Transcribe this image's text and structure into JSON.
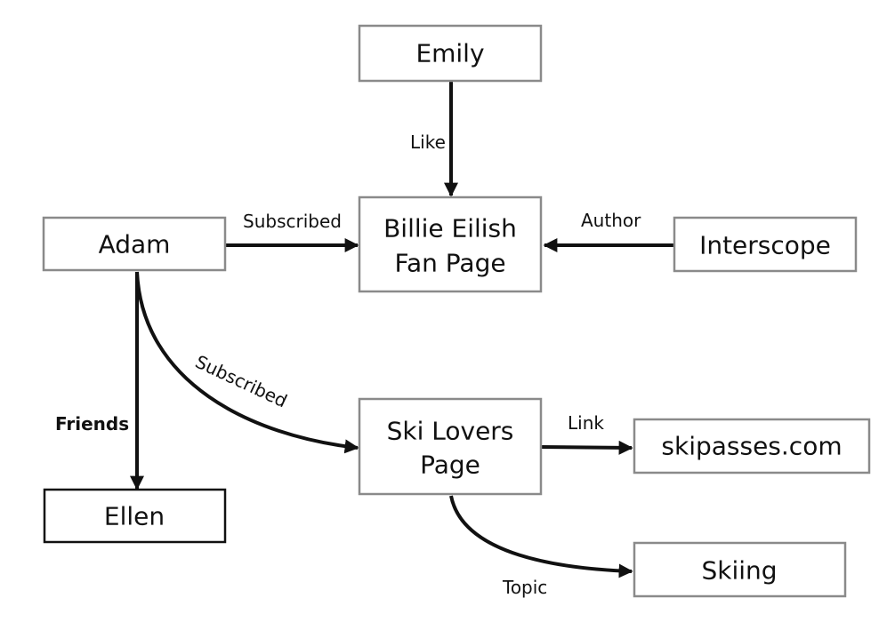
{
  "colors": {
    "ink": "#111111",
    "box_border_light": "#8a8a8a",
    "box_border_dark": "#111111",
    "background": "#ffffff"
  },
  "nodes": {
    "emily": {
      "label": "Emily"
    },
    "adam": {
      "label": "Adam"
    },
    "billie": {
      "line1": "Billie Eilish",
      "line2": "Fan Page"
    },
    "interscope": {
      "label": "Interscope"
    },
    "ski_lovers": {
      "line1": "Ski Lovers",
      "line2": "Page"
    },
    "skipasses": {
      "label": "skipasses.com"
    },
    "ellen": {
      "label": "Ellen"
    },
    "skiing": {
      "label": "Skiing"
    }
  },
  "edges": {
    "emily_billie": {
      "label": "Like"
    },
    "adam_billie": {
      "label": "Subscribed"
    },
    "interscope_billie": {
      "label": "Author"
    },
    "adam_ski": {
      "label": "Subscribed"
    },
    "adam_ellen": {
      "label": "Friends"
    },
    "ski_skipasses": {
      "label": "Link"
    },
    "ski_skiing": {
      "label": "Topic"
    }
  }
}
